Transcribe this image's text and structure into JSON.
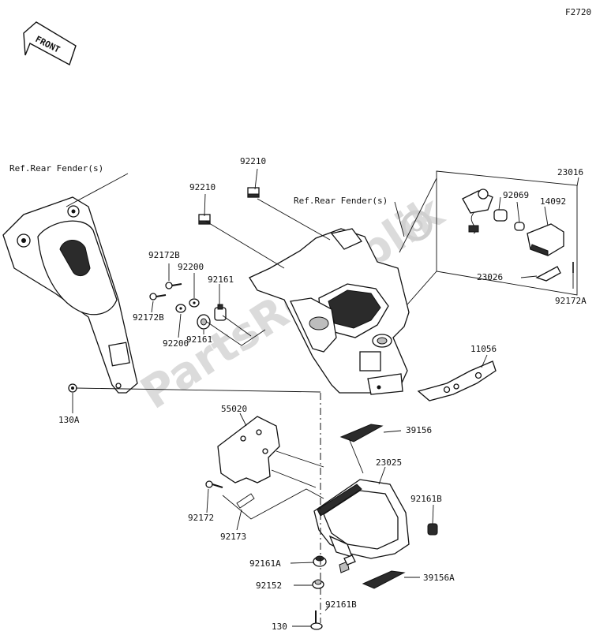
{
  "diagram": {
    "code": "F2720",
    "front_label": "FRONT",
    "watermark": "PartsRepublik",
    "ref_labels": [
      "Ref.Rear Fender(s)",
      "Ref.Rear Fender(s)"
    ],
    "parts": [
      "23016",
      "92210",
      "92210",
      "92069",
      "14092",
      "92172B",
      "92200",
      "92161",
      "23026",
      "92172B",
      "92172A",
      "92200",
      "92161",
      "11056",
      "130A",
      "55020",
      "39156",
      "23025",
      "92172",
      "92161B",
      "92173",
      "92161A",
      "39156A",
      "92152",
      "92161B",
      "130"
    ]
  }
}
